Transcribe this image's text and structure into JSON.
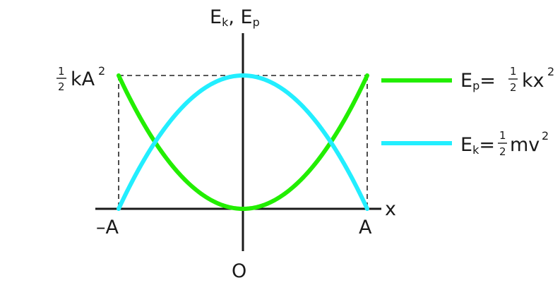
{
  "chart_data": {
    "type": "line",
    "title": "",
    "ylabel": "E",
    "ylabel_sub_k": "k",
    "ylabel_sep": ", E",
    "ylabel_sub_p": "p",
    "xlabel": "x",
    "x_ticks": {
      "left": "–A",
      "right": "A"
    },
    "origin_label": "O",
    "max_label": {
      "num": "1",
      "den": "2",
      "text": "kA",
      "sup": "2"
    },
    "xlim": [
      -1,
      1
    ],
    "ylim": [
      0,
      1
    ],
    "grid": false,
    "legend_position": "right",
    "series": [
      {
        "name": "E_p = 1/2 kx^2",
        "color": "#22ee00",
        "x": [
          -1,
          -0.75,
          -0.5,
          -0.25,
          0,
          0.25,
          0.5,
          0.75,
          1
        ],
        "values": [
          1,
          0.5625,
          0.25,
          0.0625,
          0,
          0.0625,
          0.25,
          0.5625,
          1
        ],
        "legend": {
          "main": "E",
          "sub": "p",
          "eq": "=",
          "num": "1",
          "den": "2",
          "expr": "kx",
          "sup": "2"
        }
      },
      {
        "name": "E_k = 1/2 mv^2",
        "color": "#22eeff",
        "x": [
          -1,
          -0.75,
          -0.5,
          -0.25,
          0,
          0.25,
          0.5,
          0.75,
          1
        ],
        "values": [
          0,
          0.4375,
          0.75,
          0.9375,
          1,
          0.9375,
          0.75,
          0.4375,
          0
        ],
        "legend": {
          "main": "E",
          "sub": "k",
          "eq": "=",
          "num": "1",
          "den": "2",
          "expr": "mv",
          "sup": "2"
        }
      }
    ]
  }
}
